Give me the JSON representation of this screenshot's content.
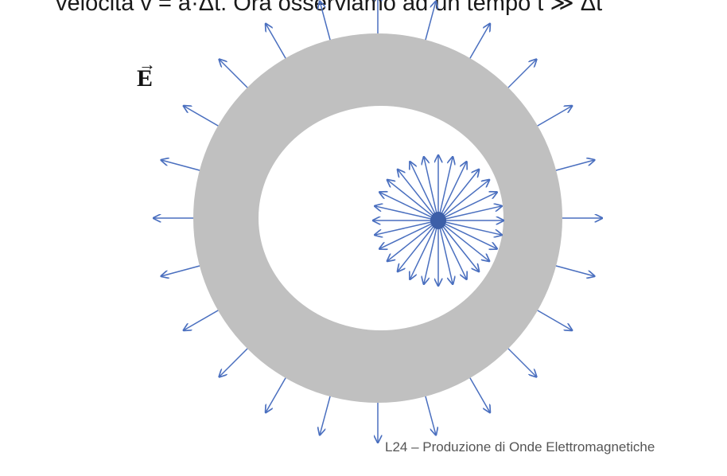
{
  "slide": {
    "top_text": "velocità v = a·Δt. Ora osserviamo ad un tempo t ≫ Δt",
    "field_symbol": "E",
    "vector_arrow": "→",
    "footer": "L24 – Produzione di Onde Elettromagnetiche"
  },
  "colors": {
    "arrow": "#4a6fbf",
    "shell": "#c0c0c0",
    "charge": "#3d5fa8"
  },
  "diagram": {
    "outer_field_line_count": 24,
    "inner_field_line_count": 28
  }
}
